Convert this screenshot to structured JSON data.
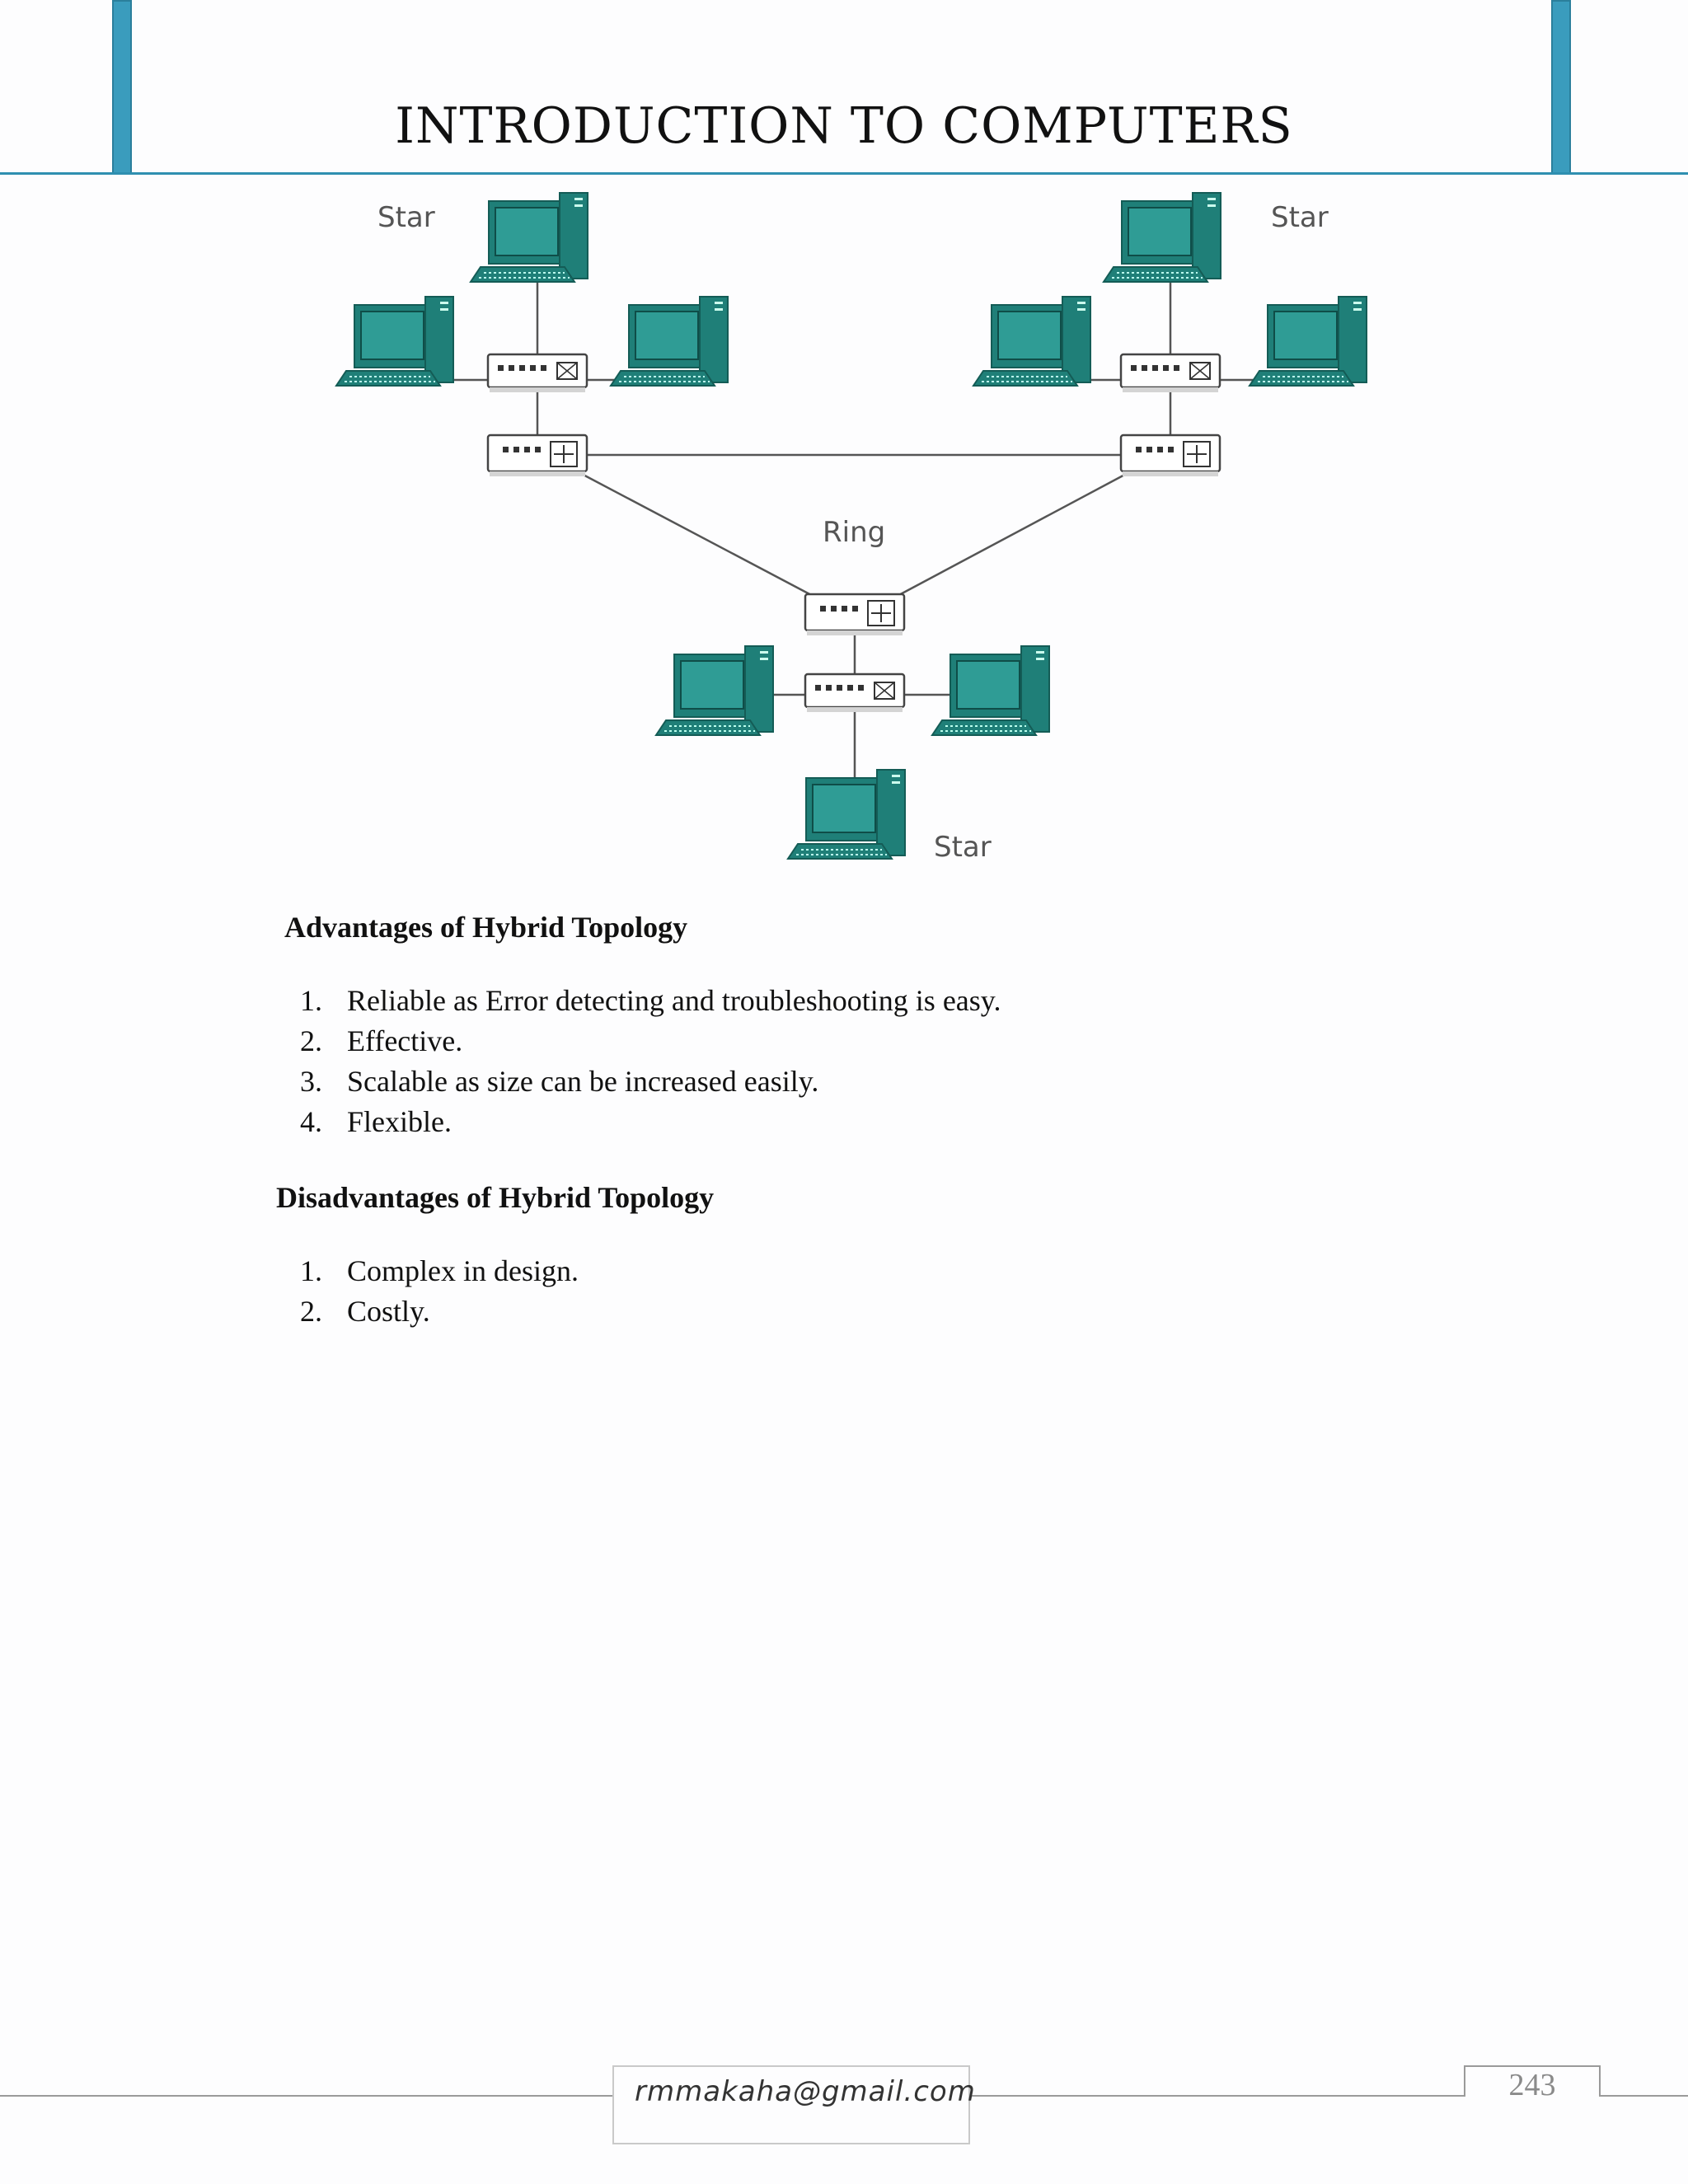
{
  "header": {
    "title": "INTRODUCTION TO COMPUTERS"
  },
  "diagram": {
    "labels": {
      "star_top_left": "Star",
      "star_top_right": "Star",
      "ring": "Ring",
      "star_bottom": "Star"
    },
    "colors": {
      "monitor": "#1f7f78",
      "screen": "#2f9c95",
      "line": "#555555"
    }
  },
  "advantages": {
    "heading": "Advantages of Hybrid Topology",
    "items": [
      {
        "num": "1.",
        "text": "Reliable as Error detecting and troubleshooting is easy."
      },
      {
        "num": "2.",
        "text": "Effective."
      },
      {
        "num": "3.",
        "text": "Scalable as size can be increased easily."
      },
      {
        "num": "4.",
        "text": "Flexible."
      }
    ]
  },
  "disadvantages": {
    "heading": "Disadvantages of Hybrid Topology",
    "items": [
      {
        "num": "1.",
        "text": "Complex in design."
      },
      {
        "num": "2.",
        "text": "Costly."
      }
    ]
  },
  "footer": {
    "email": "rmmakaha@gmail.com",
    "page_number": "243"
  }
}
